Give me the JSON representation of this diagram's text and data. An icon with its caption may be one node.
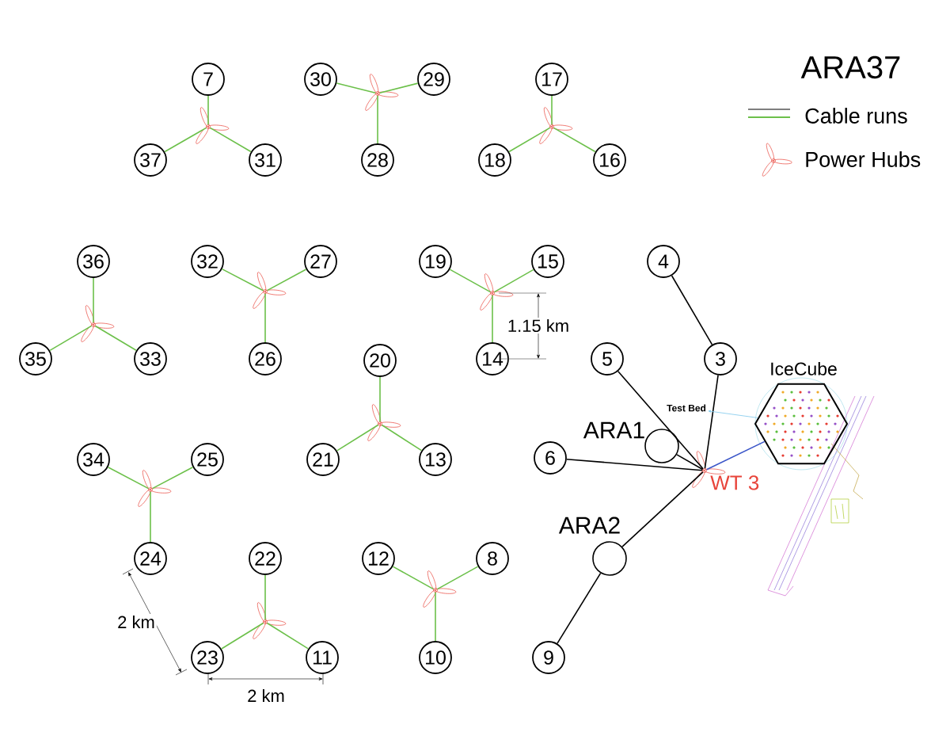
{
  "diagram": {
    "title": "ARA37",
    "nodes": [
      {
        "text": [
          "7"
        ]
      },
      {
        "text": [],
        "shape": "picture"
      },
      {
        "text": [
          "37"
        ]
      },
      {
        "text": [
          "31"
        ]
      },
      {
        "text": [
          "30"
        ]
      },
      {
        "text": [
          "29"
        ]
      },
      {
        "text": [],
        "shape": "picture"
      },
      {
        "text": [
          "28"
        ]
      },
      {
        "text": [
          "17"
        ]
      },
      {
        "text": [],
        "shape": "picture"
      },
      {
        "text": [
          "18"
        ]
      },
      {
        "text": [
          "16"
        ]
      },
      {
        "text": [
          "36"
        ]
      },
      {
        "text": [],
        "shape": "picture"
      },
      {
        "text": [
          "35"
        ]
      },
      {
        "text": [
          "33"
        ]
      },
      {
        "text": [
          "32"
        ]
      },
      {
        "text": [
          "27"
        ]
      },
      {
        "text": [],
        "shape": "picture"
      },
      {
        "text": [
          "26"
        ]
      },
      {
        "text": [
          "19"
        ]
      },
      {
        "text": [
          "15"
        ]
      },
      {
        "text": [],
        "shape": "picture"
      },
      {
        "text": [
          "14"
        ]
      },
      {
        "text": [
          "20"
        ]
      },
      {
        "text": [],
        "shape": "picture"
      },
      {
        "text": [
          "21"
        ]
      },
      {
        "text": [
          "13"
        ]
      },
      {
        "text": [
          "34"
        ]
      },
      {
        "text": [
          "25"
        ]
      },
      {
        "text": [],
        "shape": "picture"
      },
      {
        "text": [
          "24"
        ]
      },
      {
        "text": [
          "22"
        ]
      },
      {
        "text": [],
        "shape": "picture"
      },
      {
        "text": [
          "23"
        ]
      },
      {
        "text": [
          "11"
        ]
      },
      {
        "text": [
          "12"
        ]
      },
      {
        "text": [
          "8"
        ]
      },
      {
        "text": [],
        "shape": "picture"
      },
      {
        "text": [
          "10"
        ]
      },
      {
        "text": [
          "4"
        ]
      },
      {
        "text": [
          "5"
        ]
      },
      {
        "text": [
          "3"
        ]
      },
      {
        "text": [
          "ARA1"
        ]
      },
      {
        "text": [
          "6"
        ]
      },
      {
        "text": [],
        "shape": "picture",
        "beside": [
          "WT 3"
        ]
      },
      {
        "text": [
          "ARA2"
        ]
      },
      {
        "text": [
          "9"
        ]
      },
      {
        "text": [
          "IceCube"
        ]
      },
      {
        "text": [
          "Test Bed"
        ]
      }
    ],
    "edges": [
      {
        "from": 1,
        "to": 0,
        "arrow": "none"
      },
      {
        "from": 1,
        "to": 2,
        "arrow": "none"
      },
      {
        "from": 1,
        "to": 3,
        "arrow": "none"
      },
      {
        "from": 6,
        "to": 4,
        "arrow": "none"
      },
      {
        "from": 6,
        "to": 5,
        "arrow": "none"
      },
      {
        "from": 6,
        "to": 7,
        "arrow": "none"
      },
      {
        "from": 9,
        "to": 8,
        "arrow": "none"
      },
      {
        "from": 9,
        "to": 10,
        "arrow": "none"
      },
      {
        "from": 9,
        "to": 11,
        "arrow": "none"
      },
      {
        "from": 13,
        "to": 12,
        "arrow": "none"
      },
      {
        "from": 13,
        "to": 14,
        "arrow": "none"
      },
      {
        "from": 13,
        "to": 15,
        "arrow": "none"
      },
      {
        "from": 18,
        "to": 16,
        "arrow": "none"
      },
      {
        "from": 18,
        "to": 17,
        "arrow": "none"
      },
      {
        "from": 18,
        "to": 19,
        "arrow": "none"
      },
      {
        "from": 22,
        "to": 20,
        "arrow": "none"
      },
      {
        "from": 22,
        "to": 21,
        "arrow": "none"
      },
      {
        "from": 22,
        "to": 23,
        "arrow": "none"
      },
      {
        "from": 25,
        "to": 24,
        "arrow": "none"
      },
      {
        "from": 25,
        "to": 26,
        "arrow": "none"
      },
      {
        "from": 25,
        "to": 27,
        "arrow": "none"
      },
      {
        "from": 30,
        "to": 28,
        "arrow": "none"
      },
      {
        "from": 30,
        "to": 29,
        "arrow": "none"
      },
      {
        "from": 30,
        "to": 31,
        "arrow": "none"
      },
      {
        "from": 33,
        "to": 32,
        "arrow": "none"
      },
      {
        "from": 33,
        "to": 34,
        "arrow": "none"
      },
      {
        "from": 33,
        "to": 35,
        "arrow": "none"
      },
      {
        "from": 38,
        "to": 36,
        "arrow": "none"
      },
      {
        "from": 38,
        "to": 37,
        "arrow": "none"
      },
      {
        "from": 38,
        "to": 39,
        "arrow": "none"
      },
      {
        "from": 40,
        "to": 42,
        "arrow": "none",
        "color": "#000000"
      },
      {
        "from": 42,
        "to": 45,
        "arrow": "none",
        "color": "#000000"
      },
      {
        "from": 41,
        "to": 45,
        "arrow": "none",
        "color": "#000000"
      },
      {
        "from": 44,
        "to": 45,
        "arrow": "none",
        "color": "#000000"
      },
      {
        "from": 45,
        "to": 43,
        "arrow": "none",
        "color": "#000000"
      },
      {
        "from": 45,
        "to": 46,
        "arrow": "none",
        "color": "#000000"
      },
      {
        "from": 46,
        "to": 47,
        "arrow": "none",
        "color": "#000000"
      },
      {
        "from": 45,
        "to": 48,
        "arrow": "none",
        "color": "#3a55c8"
      },
      {
        "from": 48,
        "to": 49,
        "arrow": "to",
        "color": "#7cc8ec"
      }
    ],
    "labels": [
      "1.15 km",
      "2 km",
      "2 km"
    ],
    "legend": [
      {
        "text": "Cable runs"
      },
      {
        "text": "Power Hubs"
      }
    ]
  }
}
